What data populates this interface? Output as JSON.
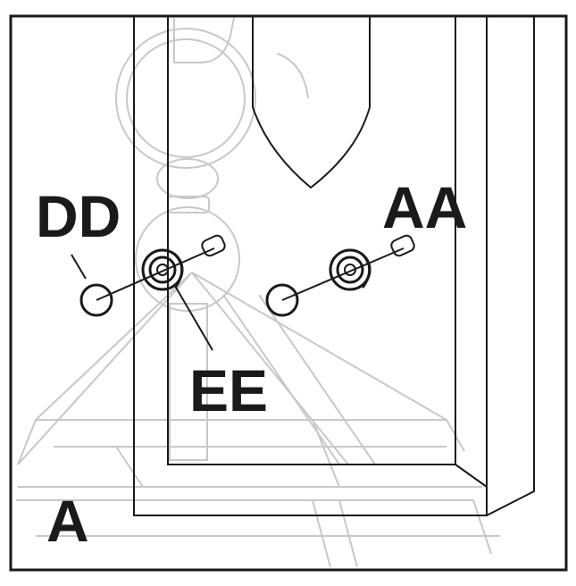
{
  "labels": {
    "dd": "DD",
    "aa": "AA",
    "ee": "EE",
    "a": "A"
  },
  "colors": {
    "ink": "#1a1a1a",
    "ghost": "#c8c8c8",
    "background": "#ffffff"
  }
}
